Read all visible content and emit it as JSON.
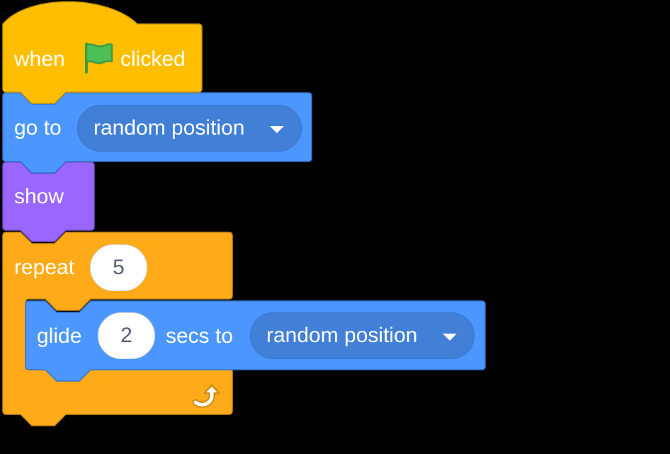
{
  "hat_block": {
    "when_label": "when",
    "flag_icon": "green-flag-icon",
    "clicked_label": "clicked",
    "color": "#ffbf00"
  },
  "goto_block": {
    "label": "go to",
    "dropdown_value": "random position",
    "color": "#4c97ff"
  },
  "show_block": {
    "label": "show",
    "color": "#9966ff"
  },
  "repeat_block": {
    "label": "repeat",
    "count": "5",
    "loop_icon": "loop-arrow-icon",
    "color": "#ffab19"
  },
  "glide_block": {
    "label": "glide",
    "secs_value": "2",
    "secs_label": "secs to",
    "dropdown_value": "random position",
    "color": "#4c97ff"
  }
}
